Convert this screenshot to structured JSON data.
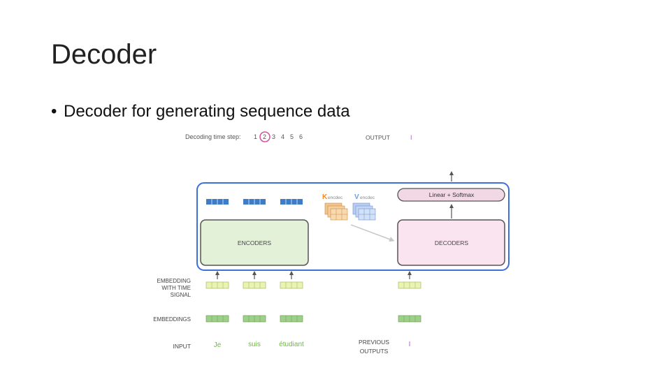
{
  "slide": {
    "title": "Decoder",
    "bullet_symbol": "•",
    "bullet": "Decoder for generating sequence data"
  },
  "diagram": {
    "time_step_label": "Decoding time step:",
    "time_steps": [
      "1",
      "2",
      "3",
      "4",
      "5",
      "6"
    ],
    "current_step": "2",
    "output_label": "OUTPUT",
    "output_token": "I",
    "encoders_label": "ENCODERS",
    "decoders_label": "DECODERS",
    "linear_softmax_label": "Linear + Softmax",
    "k_letter": "K",
    "k_subscript": "encdec",
    "v_letter": "V",
    "v_subscript": "encdec",
    "embedding_time_label": [
      "EMBEDDING",
      "WITH TIME",
      "SIGNAL"
    ],
    "embeddings_label": "EMBEDDINGS",
    "input_label": "INPUT",
    "input_words": [
      "Je",
      "suis",
      "étudiant"
    ],
    "previous_outputs_label": [
      "PREVIOUS",
      "OUTPUTS"
    ],
    "previous_output_token": "I",
    "colors": {
      "frame_border": "#3f6fd8",
      "encoder_fill": "#e3f1d9",
      "decoder_fill": "#f9e4ef",
      "linear_fill": "#f2d8e4",
      "blue_vector": "#3d7cc9",
      "yellow_vector": "#eaf3b2",
      "green_vector": "#9fd08a",
      "word_green": "#6db93f",
      "token_purple": "#b15ad6",
      "k_orange": "#f08a24",
      "v_blue": "#6f9be8",
      "step_circle": "#d94f9a"
    }
  }
}
